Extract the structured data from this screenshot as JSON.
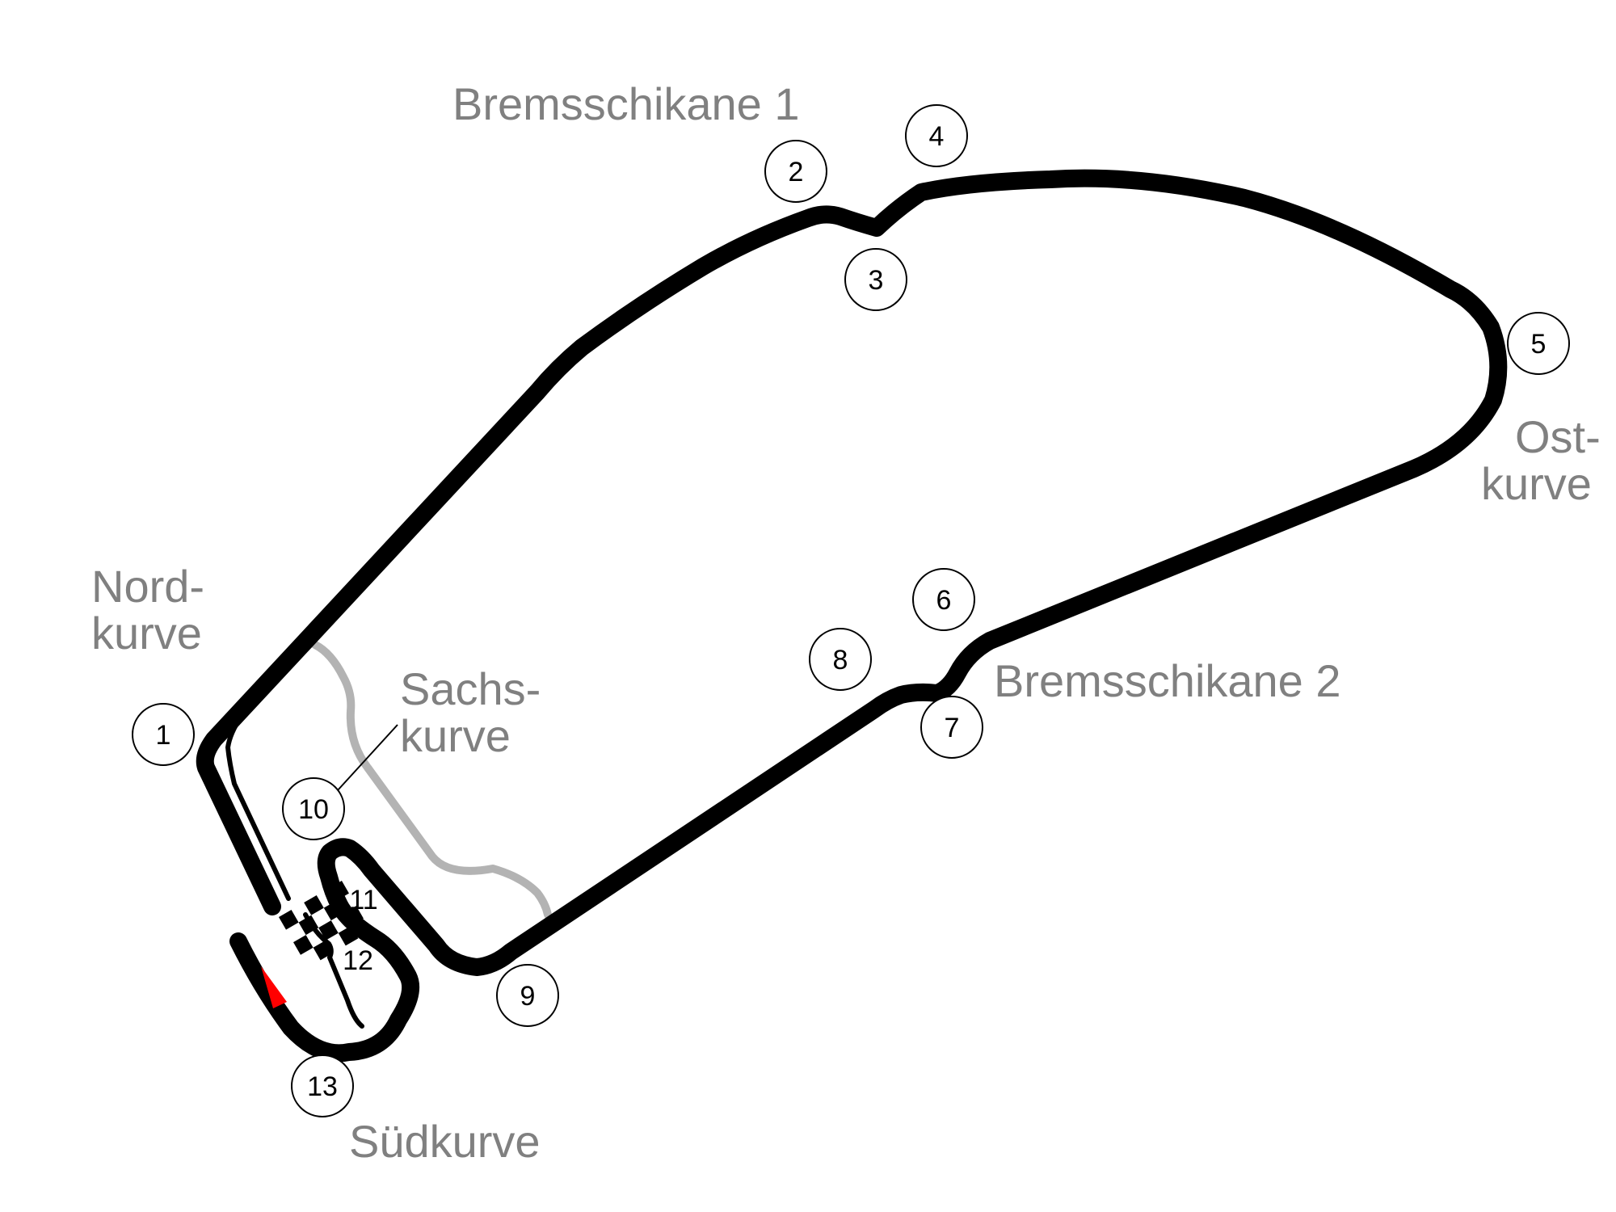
{
  "map": {
    "corner_labels": {
      "bremsschikane_1": "Bremsschikane 1",
      "bremsschikane_2": "Bremsschikane 2",
      "nordkurve_line1": "Nord-",
      "nordkurve_line2": "kurve",
      "ostkurve_line1": "Ost-",
      "ostkurve_line2": "kurve",
      "sachskurve_line1": "Sachs-",
      "sachskurve_line2": "kurve",
      "suedkurve": "Südkurve"
    },
    "turn_numbers": [
      "1",
      "2",
      "3",
      "4",
      "5",
      "6",
      "7",
      "8",
      "9",
      "10",
      "11",
      "12",
      "13"
    ],
    "colors": {
      "track": "#000000",
      "old_section": "#b3b3b3",
      "label_text": "#808080",
      "direction_arrow": "#ff0000"
    },
    "icons": {
      "start_finish": "checkered-flag-icon",
      "direction": "direction-arrow-icon"
    }
  }
}
